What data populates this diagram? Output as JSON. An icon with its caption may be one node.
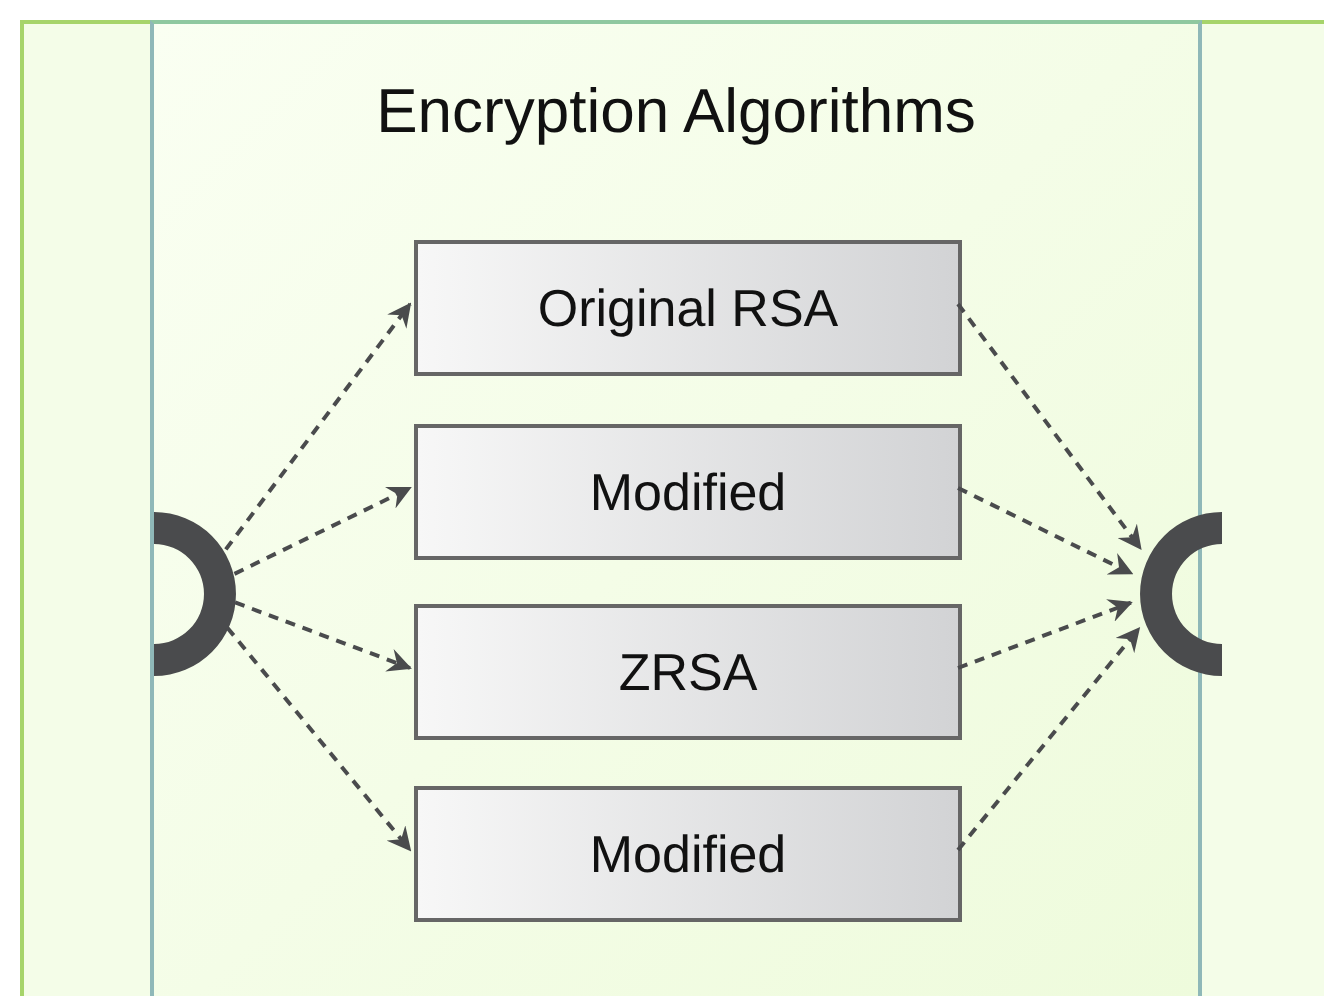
{
  "diagram": {
    "nodes": [
      {
        "text": [
          "Encryption Algorithms"
        ]
      },
      {
        "text": [
          "Original RSA"
        ],
        "in": 0
      },
      {
        "text": [
          "Modified"
        ],
        "in": 0
      },
      {
        "text": [
          "ZRSA"
        ],
        "in": 0
      },
      {
        "text": [
          "Modified"
        ],
        "in": 0
      },
      {
        "text": [],
        "shape": "circle",
        "in": 0
      },
      {
        "text": [],
        "shape": "circle",
        "in": 0
      }
    ],
    "edges": [
      {
        "from": 5,
        "to": 1,
        "arrow": "to",
        "style": "dashed"
      },
      {
        "from": 5,
        "to": 2,
        "arrow": "to",
        "style": "dashed"
      },
      {
        "from": 5,
        "to": 3,
        "arrow": "to",
        "style": "dashed"
      },
      {
        "from": 5,
        "to": 4,
        "arrow": "to",
        "style": "dashed"
      },
      {
        "from": 1,
        "to": 6,
        "arrow": "to",
        "style": "dashed"
      },
      {
        "from": 2,
        "to": 6,
        "arrow": "to",
        "style": "dashed"
      },
      {
        "from": 3,
        "to": 6,
        "arrow": "to",
        "style": "dashed"
      },
      {
        "from": 4,
        "to": 6,
        "arrow": "to",
        "style": "dashed"
      }
    ]
  }
}
